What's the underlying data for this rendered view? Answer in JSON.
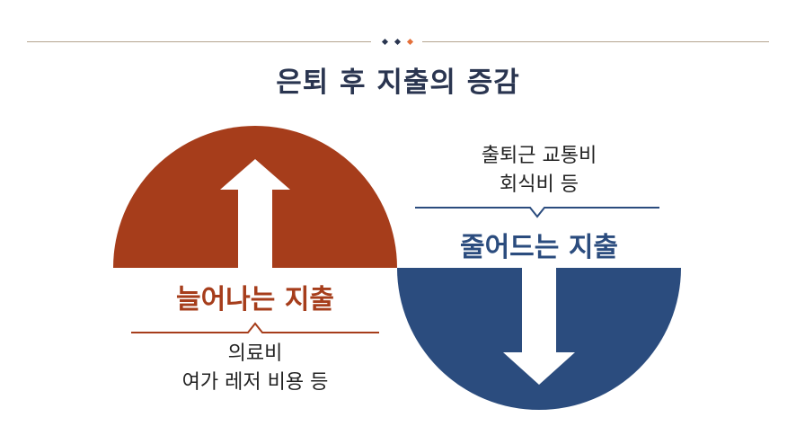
{
  "title": "은퇴 후 지출의 증감",
  "colors": {
    "increase": "#a63d1b",
    "decrease": "#2b4c7e",
    "title": "#2a3550",
    "rule": "#b5a58f",
    "diamond_dark": "#2a3550",
    "diamond_accent": "#e4703a"
  },
  "increase": {
    "label": "늘어나는 지출",
    "items": [
      "의료비",
      "여가 레저 비용 등"
    ]
  },
  "decrease": {
    "label": "줄어드는 지출",
    "items": [
      "출퇴근 교통비",
      "회식비 등"
    ]
  }
}
